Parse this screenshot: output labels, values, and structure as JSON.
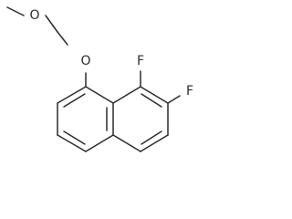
{
  "molecule": {
    "atoms": {
      "o_methyl": "O",
      "o_ether": "O",
      "f_1": "F",
      "f_2": "F"
    },
    "colors": {
      "bond": "#2b2b2b",
      "background": "#ffffff"
    }
  }
}
